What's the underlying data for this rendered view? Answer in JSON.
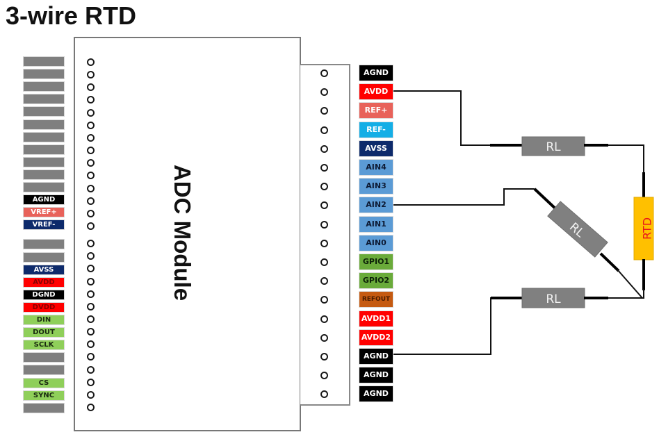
{
  "title": "3-wire RTD",
  "module_label": "ADC Module",
  "colors": {
    "gray": "#7f7f7f",
    "black": "#000000",
    "salmon": "#e8625a",
    "navy": "#0d2a6b",
    "red": "#ff0000",
    "green": "#8fcf5a",
    "light_blue": "#14aee6",
    "steel_blue": "#5b9bd5",
    "gpio_green": "#6aab3a",
    "orange_brown": "#c55a11",
    "rtd_yellow": "#ffc000",
    "resistor_gray": "#808080"
  },
  "left_header": {
    "pins": [
      {
        "label": "",
        "color": "gray"
      },
      {
        "label": "",
        "color": "gray"
      },
      {
        "label": "",
        "color": "gray"
      },
      {
        "label": "",
        "color": "gray"
      },
      {
        "label": "",
        "color": "gray"
      },
      {
        "label": "",
        "color": "gray"
      },
      {
        "label": "",
        "color": "gray"
      },
      {
        "label": "",
        "color": "gray"
      },
      {
        "label": "",
        "color": "gray"
      },
      {
        "label": "",
        "color": "gray"
      },
      {
        "label": "",
        "color": "gray"
      },
      {
        "label": "AGND",
        "color": "black",
        "text": "#ffffff"
      },
      {
        "label": "VREF+",
        "color": "salmon",
        "text": "#ffffff"
      },
      {
        "label": "VREF-",
        "color": "navy",
        "text": "#ffffff"
      },
      {
        "label": "",
        "color": "gray",
        "gap_before": true
      },
      {
        "label": "",
        "color": "gray"
      },
      {
        "label": "AVSS",
        "color": "navy",
        "text": "#ffffff"
      },
      {
        "label": "AVDD",
        "color": "red",
        "text": "#8a0000"
      },
      {
        "label": "DGND",
        "color": "black",
        "text": "#ffffff"
      },
      {
        "label": "DVDD",
        "color": "red",
        "text": "#8a0000"
      },
      {
        "label": "DIN",
        "color": "green",
        "text": "#1a2a10"
      },
      {
        "label": "DOUT",
        "color": "green",
        "text": "#1a2a10"
      },
      {
        "label": "SCLK",
        "color": "green",
        "text": "#1a2a10"
      },
      {
        "label": "",
        "color": "gray"
      },
      {
        "label": "",
        "color": "gray"
      },
      {
        "label": "CS",
        "color": "green",
        "text": "#1a2a10"
      },
      {
        "label": "SYNC",
        "color": "green",
        "text": "#1a2a10"
      },
      {
        "label": "",
        "color": "gray"
      }
    ]
  },
  "right_header": {
    "pins": [
      {
        "label": "AGND",
        "color": "black",
        "text": "#ffffff"
      },
      {
        "label": "AVDD",
        "color": "red",
        "text": "#ffffff"
      },
      {
        "label": "REF+",
        "color": "salmon",
        "text": "#ffffff"
      },
      {
        "label": "REF-",
        "color": "light_blue",
        "text": "#ffffff"
      },
      {
        "label": "AVSS",
        "color": "navy",
        "text": "#ffffff"
      },
      {
        "label": "AIN4",
        "color": "steel_blue",
        "text": "#0d1a33"
      },
      {
        "label": "AIN3",
        "color": "steel_blue",
        "text": "#0d1a33"
      },
      {
        "label": "AIN2",
        "color": "steel_blue",
        "text": "#0d1a33"
      },
      {
        "label": "AIN1",
        "color": "steel_blue",
        "text": "#0d1a33"
      },
      {
        "label": "AIN0",
        "color": "steel_blue",
        "text": "#0d1a33"
      },
      {
        "label": "GPIO1",
        "color": "gpio_green",
        "text": "#0d2208"
      },
      {
        "label": "GPIO2",
        "color": "gpio_green",
        "text": "#0d2208"
      },
      {
        "label": "REFOUT",
        "color": "orange_brown",
        "text": "#4a1c00"
      },
      {
        "label": "AVDD1",
        "color": "red",
        "text": "#ffffff"
      },
      {
        "label": "AVDD2",
        "color": "red",
        "text": "#ffffff"
      },
      {
        "label": "AGND",
        "color": "black",
        "text": "#ffffff"
      },
      {
        "label": "AGND",
        "color": "black",
        "text": "#ffffff"
      },
      {
        "label": "AGND",
        "color": "black",
        "text": "#ffffff"
      }
    ]
  },
  "circuit": {
    "resistors": [
      {
        "label": "RL",
        "connects": "AVDD"
      },
      {
        "label": "RL",
        "connects": "AIN2"
      },
      {
        "label": "RL",
        "connects": "AGND"
      }
    ],
    "sensor": {
      "label": "RTD"
    }
  }
}
